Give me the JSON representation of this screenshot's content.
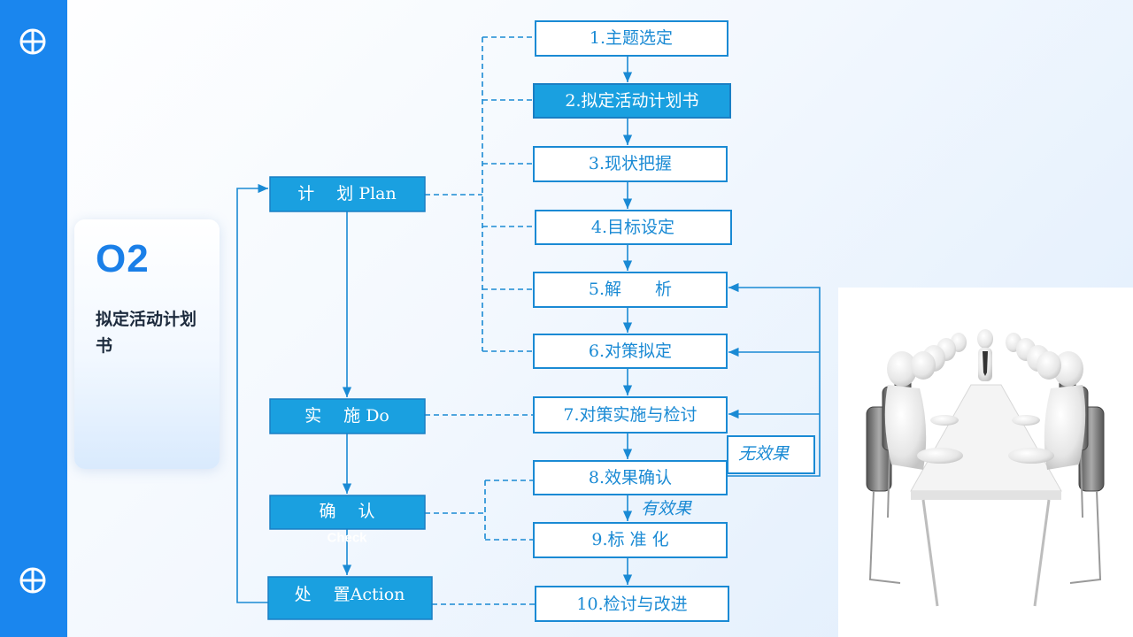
{
  "section": {
    "number": "O2",
    "title": "拟定活动计划书"
  },
  "phases": [
    {
      "label": "计　 划 Plan"
    },
    {
      "label": "实　 施 Do"
    },
    {
      "label": "确　 认",
      "sublabel": "Check"
    },
    {
      "label": "处　 置Action"
    }
  ],
  "steps": [
    {
      "label": "1.主题选定"
    },
    {
      "label": "2.拟定活动计划书",
      "highlighted": true
    },
    {
      "label": "3.现状把握"
    },
    {
      "label": "4.目标设定"
    },
    {
      "label": "5.解　　析"
    },
    {
      "label": "6.对策拟定"
    },
    {
      "label": "7.对策实施与检讨"
    },
    {
      "label": "8.效果确认"
    },
    {
      "label": "9.标 准 化"
    },
    {
      "label": "10.检讨与改进"
    }
  ],
  "notes": {
    "no_effect": "无效果",
    "effective": "有效果"
  },
  "colors": {
    "accent": "#1a86ee",
    "box_fill": "#1aa0e0",
    "line": "#1a8ad4"
  },
  "icons": {
    "sidebar_top": "globe-icon",
    "sidebar_bottom": "globe-icon"
  }
}
